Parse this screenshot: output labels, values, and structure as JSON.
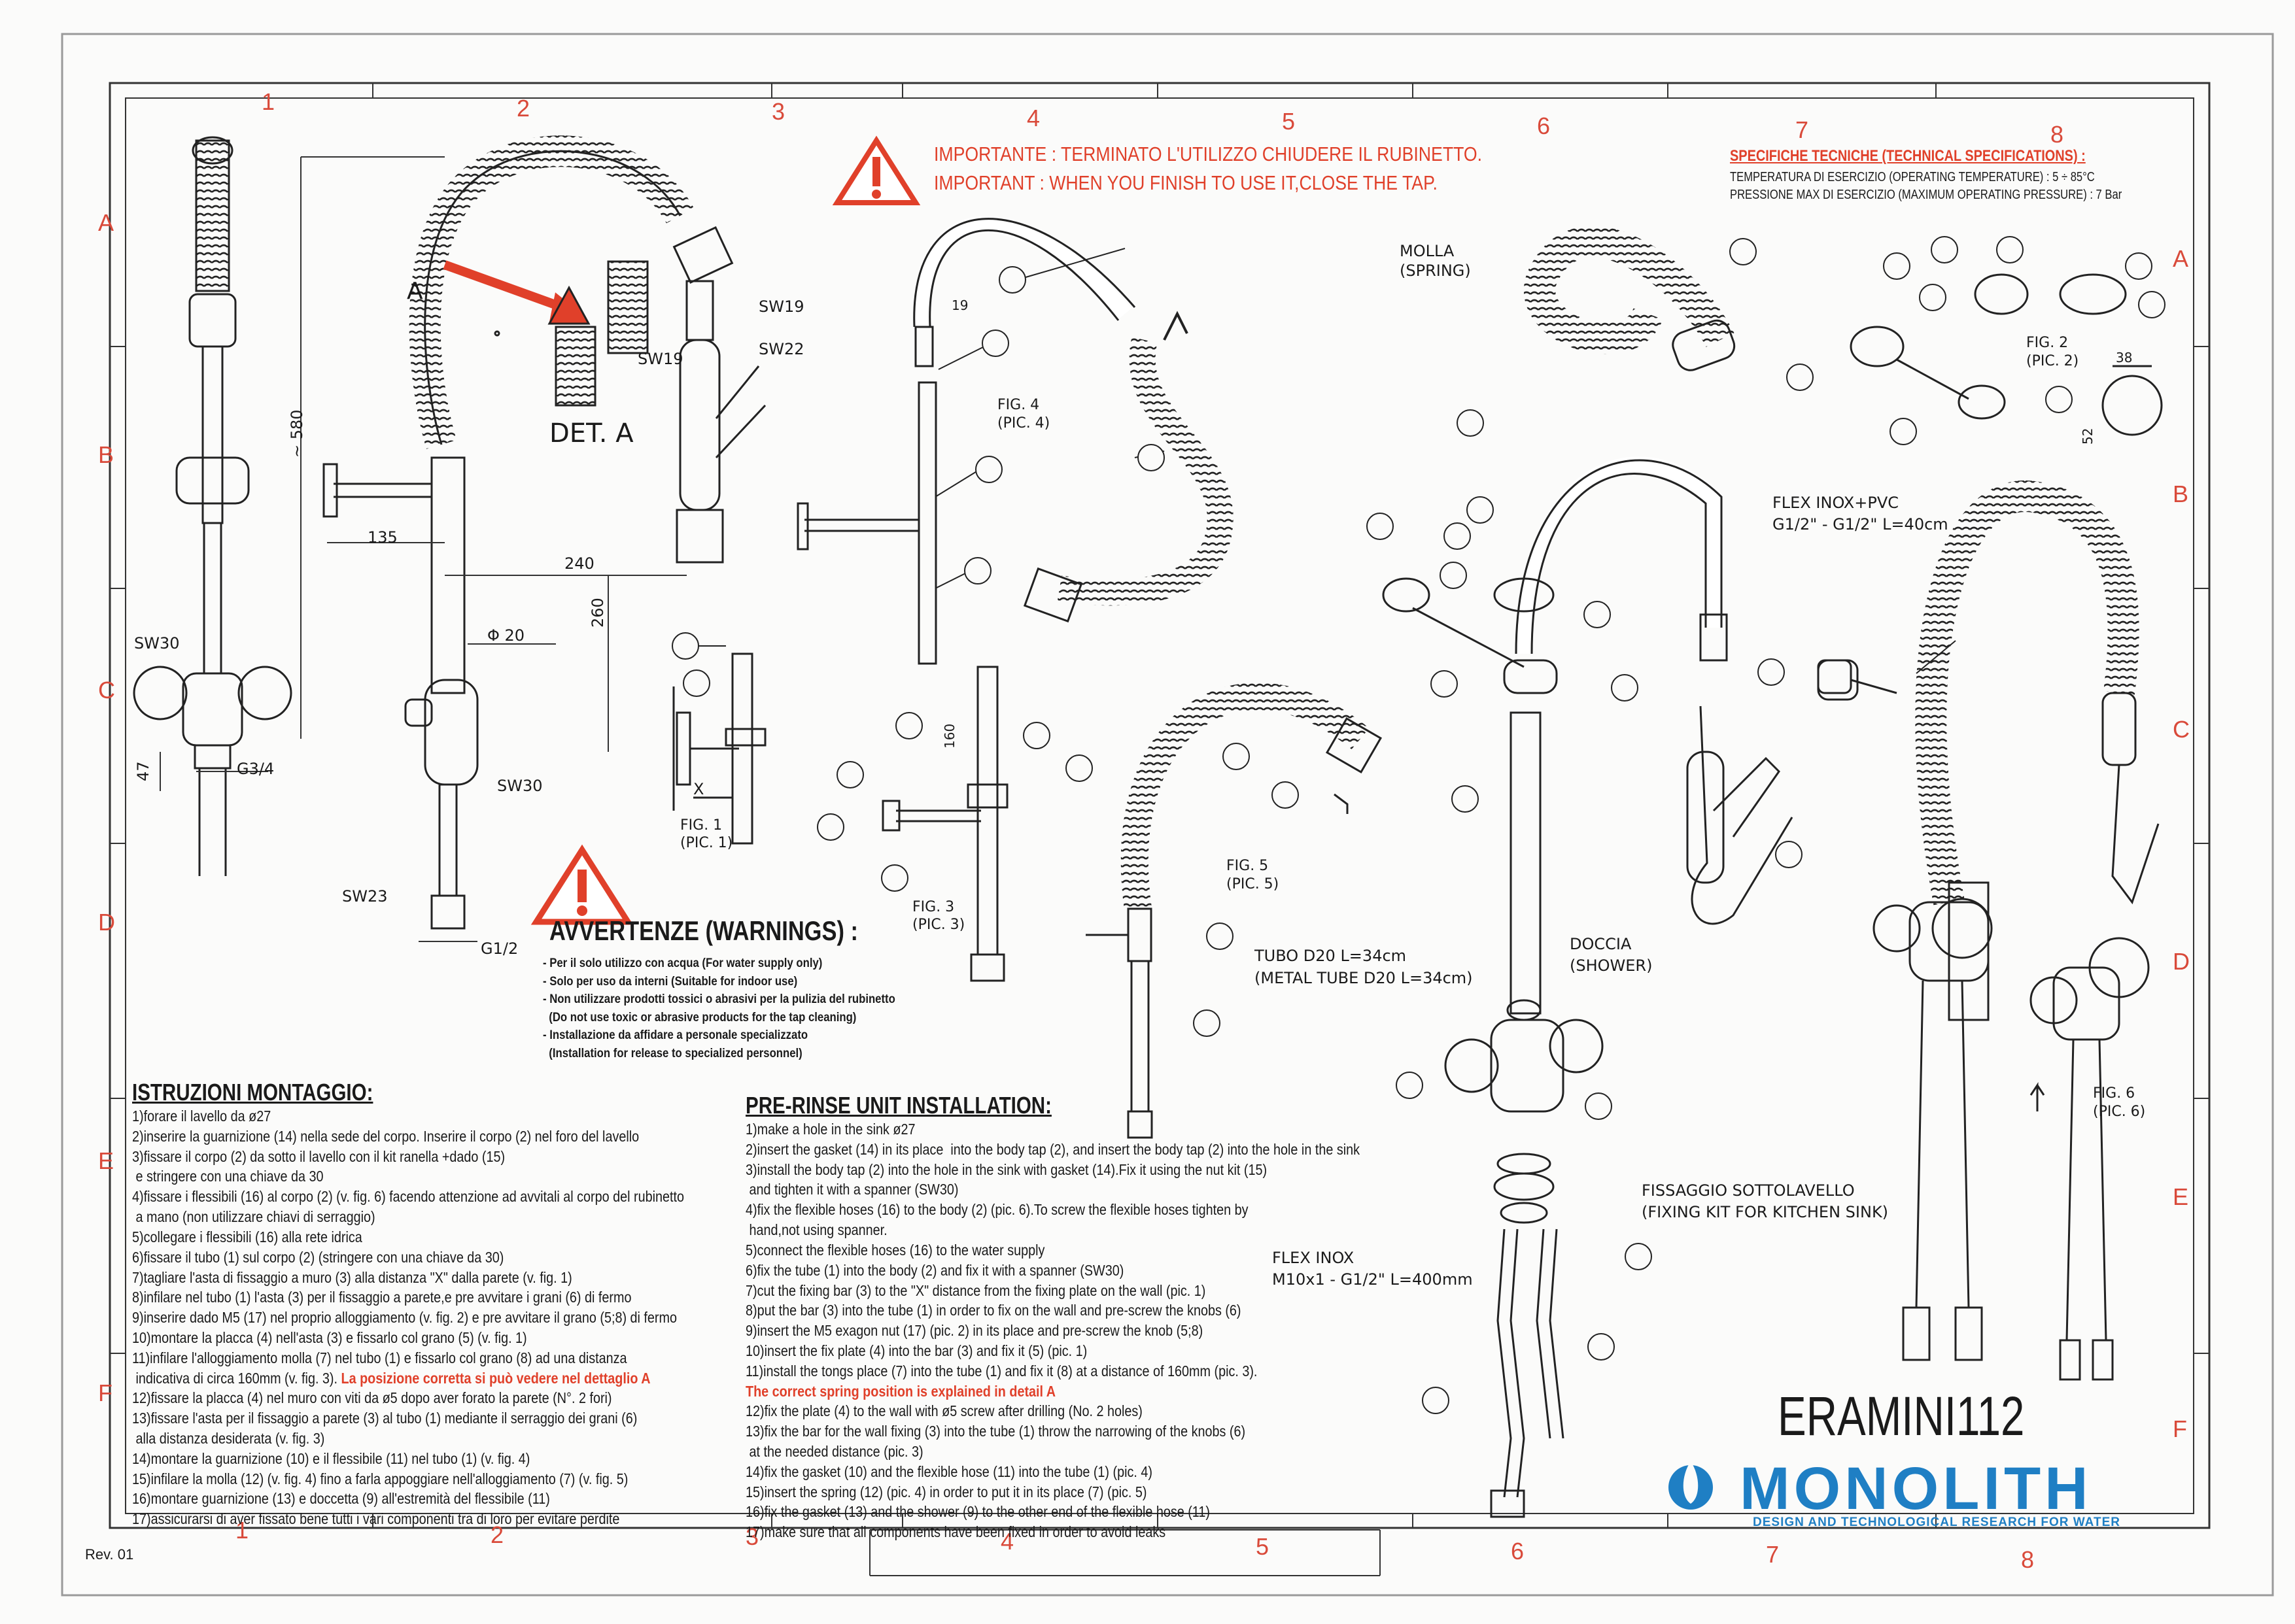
{
  "frame": {
    "columns": [
      "1",
      "2",
      "3",
      "4",
      "5",
      "6",
      "7",
      "8"
    ],
    "rows": [
      "A",
      "B",
      "C",
      "D",
      "E",
      "F"
    ],
    "revision": "Rev. 01"
  },
  "important": {
    "line_it": "IMPORTANTE : TERMINATO L'UTILIZZO CHIUDERE IL RUBINETTO.",
    "line_en": "IMPORTANT : WHEN YOU FINISH TO USE IT,CLOSE THE TAP."
  },
  "specs": {
    "title": "SPECIFICHE TECNICHE (TECHNICAL SPECIFICATIONS) :",
    "temperature": "TEMPERATURA DI ESERCIZIO (OPERATING TEMPERATURE) : 5 ÷ 85°C",
    "pressure": "PRESSIONE MAX DI ESERCIZIO (MAXIMUM OPERATING PRESSURE) : 7 Bar"
  },
  "warnings": {
    "title": "AVVERTENZE (WARNINGS) :",
    "items": [
      "- Per il solo utilizzo con acqua (For water supply only)",
      "- Solo per uso da interni (Suitable for indoor use)",
      "- Non utilizzare prodotti tossici o abrasivi per la pulizia del rubinetto",
      "  (Do not use toxic or abrasive products for the tap cleaning)",
      "- Installazione da affidare a personale specializzato",
      "  (Installation for release to specialized personnel)"
    ]
  },
  "instructions_it": {
    "title": "ISTRUZIONI MONTAGGIO:",
    "lines": [
      "1)forare il lavello da ø27",
      "2)inserire la guarnizione (14) nella sede del corpo. Inserire il corpo (2) nel foro del lavello",
      "3)fissare il corpo (2) da sotto il lavello con il kit ranella +dado (15)",
      " e stringere con una chiave da 30",
      "4)fissare i flessibili (16) al corpo (2) (v. fig. 6) facendo attenzione ad avvitali al corpo del rubinetto",
      " a mano (non utilizzare chiavi di serraggio)",
      "5)collegare i flessibili (16) alla rete idrica",
      "6)fissare il tubo (1) sul corpo (2) (stringere con una chiave da 30)",
      "7)tagliare l'asta di fissaggio a muro (3) alla distanza \"X\" dalla parete (v. fig. 1)",
      "8)infilare nel tubo (1) l'asta (3) per il fissaggio a parete,e pre avvitare i grani (6) di fermo",
      "9)inserire dado M5 (17) nel proprio alloggiamento (v. fig. 2) e pre avvitare il grano (5;8) di fermo",
      "10)montare la placca (4) nell'asta (3) e fissarlo col grano (5) (v. fig. 1)",
      "11)infilare l'alloggiamento molla (7) nel tubo (1) e fissarlo col grano (8) ad una distanza",
      " indicativa di circa 160mm (v. fig. 3). ",
      "12)fissare la placca (4) nel muro con viti da ø5 dopo aver forato la parete (N°. 2 fori)",
      "13)fissare l'asta per il fissaggio a parete (3) al tubo (1) mediante il serraggio dei grani (6)",
      " alla distanza desiderata (v. fig. 3)",
      "14)montare la guarnizione (10) e il flessibile (11) nel tubo (1) (v. fig. 4)",
      "15)infilare la molla (12) (v. fig. 4) fino a farla appoggiare nell'alloggiamento (7) (v. fig. 5)",
      "16)montare guarnizione (13) e doccetta (9) all'estremità del flessibile (11)",
      "17)assicurarsi di aver fissato bene tutti i vari componenti tra di loro per evitare perdite"
    ],
    "highlight": "La posizione corretta si può vedere nel dettaglio A"
  },
  "instructions_en": {
    "title": "PRE-RINSE UNIT INSTALLATION:",
    "lines": [
      "1)make a hole in the sink ø27",
      "2)insert the gasket (14) in its place  into the body tap (2), and insert the body tap (2) into the hole in the sink",
      "3)install the body tap (2) into the hole in the sink with gasket (14).Fix it using the nut kit (15)",
      " and tighten it with a spanner (SW30)",
      "4)fix the flexible hoses (16) to the body (2) (pic. 6).To screw the flexible hoses tighten by",
      " hand,not using spanner.",
      "5)connect the flexible hoses (16) to the water supply",
      "6)fix the tube (1) into the body (2) and fix it with a spanner (SW30)",
      "7)cut the fixing bar (3) to the \"X\" distance from the fixing plate on the wall (pic. 1)",
      "8)put the bar (3) into the tube (1) in order to fix on the wall and pre-screw the knobs (6)",
      "9)insert the M5 exagon nut (17) (pic. 2) in its place and pre-screw the knob (5;8)",
      "10)insert the fix plate (4) into the bar (3) and fix it (5) (pic. 1)",
      "11)install the tongs place (7) into the tube (1) and fix it (8) at a distance of 160mm (pic. 3).",
      "The correct spring position is explained in detail A",
      "12)fix the plate (4) to the wall with ø5 screw after drilling (No. 2 holes)",
      "13)fix the bar for the wall fixing (3) into the tube (1) throw the narrowing of the knobs (6)",
      " at the needed distance (pic. 3)",
      "14)fix the gasket (10) and the flexible hose (11) into the tube (1) (pic. 4)",
      "15)insert the spring (12) (pic. 4) in order to put it in its place (7) (pic. 5)",
      "16)fix the gasket (13) and the shower (9) to the other end of the flexible hose (11)",
      "17)make sure that all components have been fixed in order to avoid leaks"
    ]
  },
  "labels": {
    "det_a": "DET. A",
    "a": "A",
    "sw19a": "SW19",
    "sw19b": "SW19",
    "sw22": "SW22",
    "sw30a": "SW30",
    "sw30b": "SW30",
    "sw23": "SW23",
    "g34": "G3/4",
    "g12": "G1/2",
    "dim580": "~ 580",
    "dim135": "135",
    "dim240": "240",
    "dim260": "260",
    "dim20": "Φ 20",
    "dim47": "47",
    "dim19": "19",
    "dim160": "160",
    "dim38": "38",
    "dim52": "52",
    "x": "X",
    "fig1": "FIG. 1",
    "pic1": "(PIC. 1)",
    "fig2": "FIG. 2",
    "pic2": "(PIC. 2)",
    "fig3": "FIG. 3",
    "pic3": "(PIC. 3)",
    "fig4": "FIG. 4",
    "pic4": "(PIC. 4)",
    "fig5": "FIG. 5",
    "pic5": "(PIC. 5)",
    "fig6": "FIG. 6",
    "pic6": "(PIC. 6)",
    "molla": "MOLLA",
    "spring": "(SPRING)",
    "flex1": "FLEX INOX+PVC",
    "flex2": "G1/2\" - G1/2\" L=40cm",
    "tubo1": "TUBO D20 L=34cm",
    "tubo2": "(METAL TUBE D20 L=34cm)",
    "doccia": "DOCCIA",
    "shower": "(SHOWER)",
    "fiss1": "FISSAGGIO SOTTOLAVELLO",
    "fiss2": "(FIXING KIT FOR KITCHEN SINK)",
    "flexinox1": "FLEX INOX",
    "flexinox2": "M10x1 - G1/2\" L=400mm"
  },
  "model": "ERAMINI112",
  "brand": {
    "name": "MONOLITH",
    "tagline": "DESIGN AND TECHNOLOGICAL RESEARCH FOR WATER",
    "color": "#1f7fc4"
  },
  "colors": {
    "accent_red": "#e0402a",
    "line": "#2a2a2a"
  }
}
